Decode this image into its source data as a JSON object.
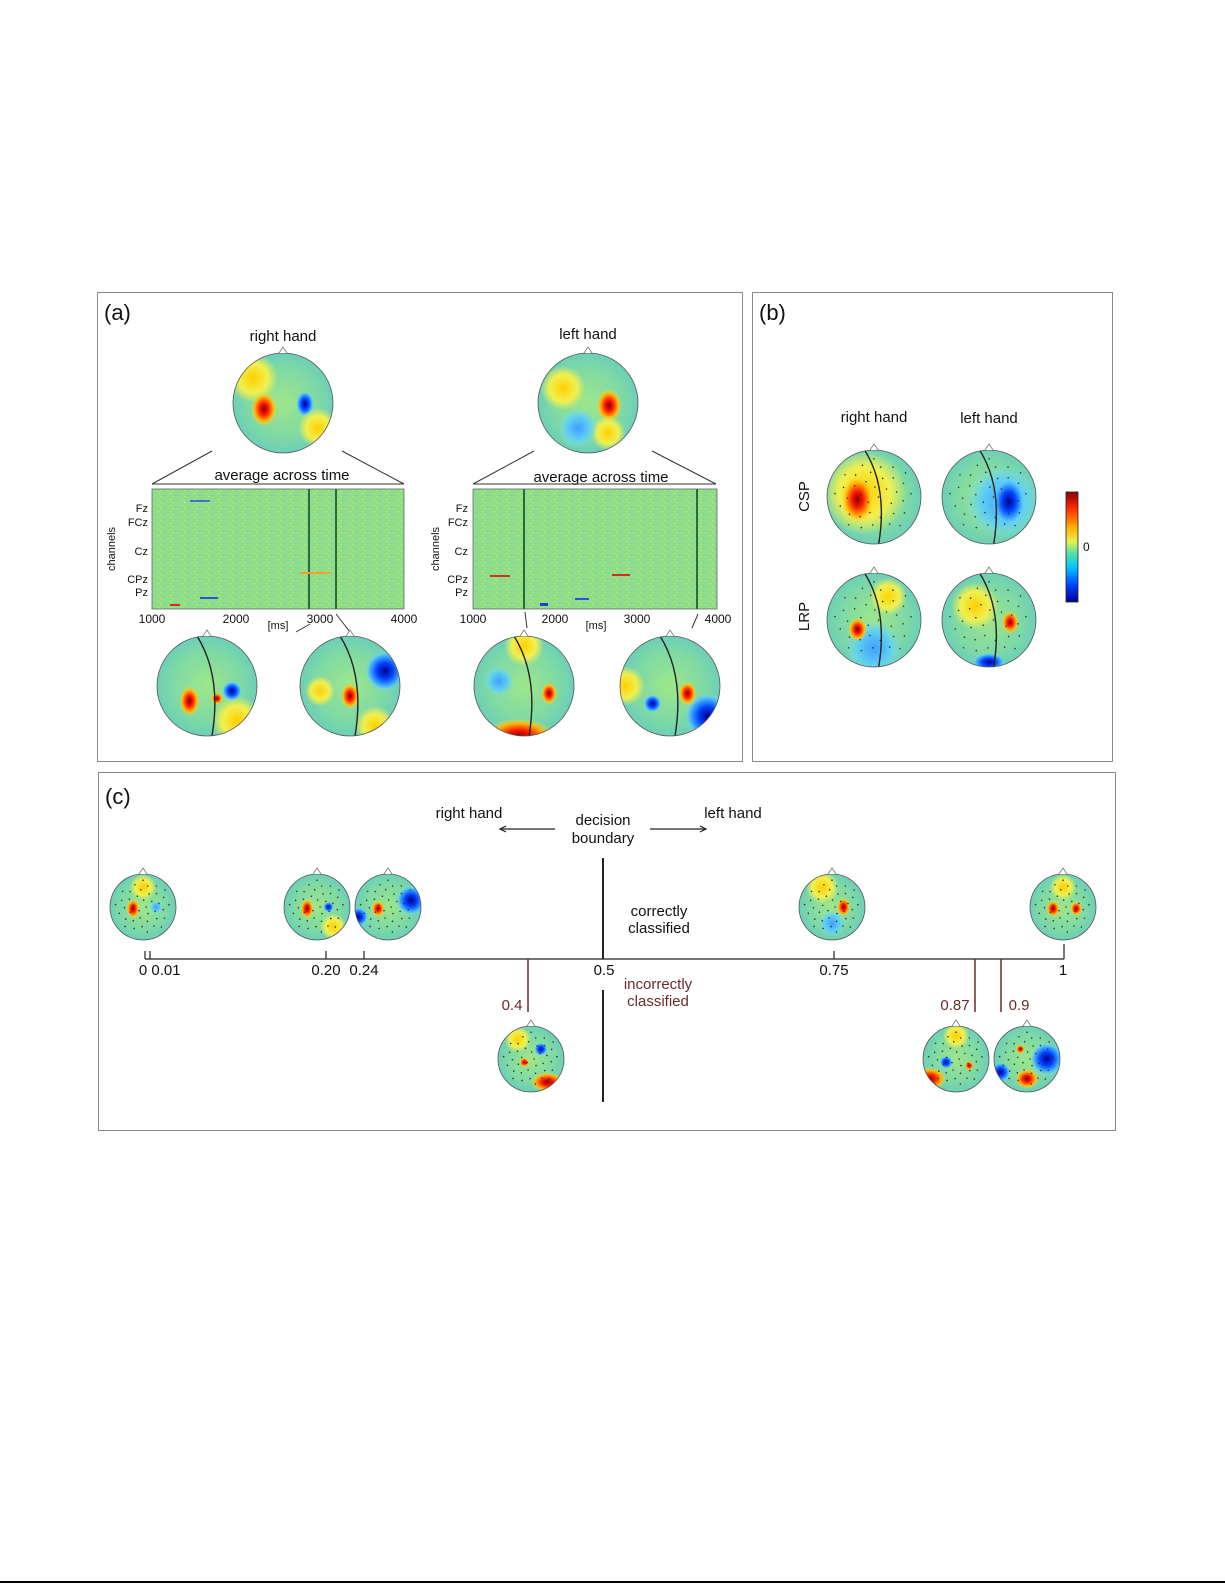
{
  "panel_a": {
    "label": "(a)",
    "right": {
      "title": "right hand",
      "avg_label": "average across time",
      "channels_label": "channels",
      "channels": [
        "Fz",
        "FCz",
        "Cz",
        "CPz",
        "Pz"
      ],
      "ticks": [
        "1000",
        "2000",
        "3000",
        "4000"
      ],
      "unit": "[ms]"
    },
    "left": {
      "title": "left hand",
      "avg_label": "average across time",
      "channels_label": "channels",
      "channels": [
        "Fz",
        "FCz",
        "Cz",
        "CPz",
        "Pz"
      ],
      "ticks": [
        "1000",
        "2000",
        "3000",
        "4000"
      ],
      "unit": "[ms]"
    }
  },
  "panel_b": {
    "label": "(b)",
    "col_right": "right hand",
    "col_left": "left hand",
    "row_csp": "CSP",
    "row_lrp": "LRP",
    "colorbar_zero": "0",
    "colors": {
      "high": "#b80000",
      "mid": "#e8e04a",
      "low": "#0a1aa8"
    }
  },
  "panel_c": {
    "label": "(c)",
    "right_hand": "right hand",
    "left_hand": "left hand",
    "boundary_l1": "decision",
    "boundary_l2": "boundary",
    "correct_l1": "correctly",
    "correct_l2": "classified",
    "incorrect_l1": "incorrectly",
    "incorrect_l2": "classified",
    "ticks": [
      "0",
      "0.01",
      "0.20",
      "0.24",
      "0.5",
      "0.75",
      "1"
    ],
    "misclassified": [
      "0.4",
      "0.87",
      "0.9"
    ],
    "maroon": "#6b2a2a"
  }
}
